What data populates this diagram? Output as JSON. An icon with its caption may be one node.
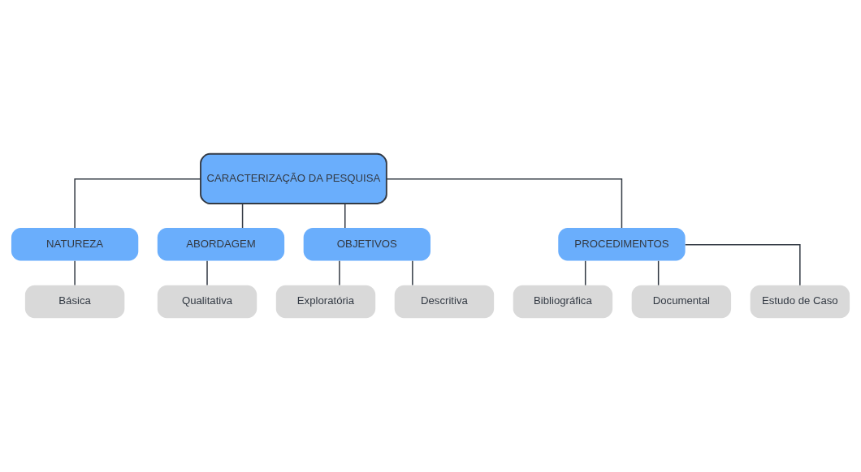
{
  "diagram": {
    "nodes": [
      {
        "text": [
          "CARACTERIZAÇÃO DA PESQUISA"
        ]
      },
      {
        "text": [
          "NATUREZA"
        ]
      },
      {
        "text": [
          "ABORDAGEM"
        ]
      },
      {
        "text": [
          "OBJETIVOS"
        ]
      },
      {
        "text": [
          "PROCEDIMENTOS"
        ]
      },
      {
        "text": [
          "Básica"
        ]
      },
      {
        "text": [
          "Qualitativa"
        ]
      },
      {
        "text": [
          "Exploratória"
        ]
      },
      {
        "text": [
          "Descritiva"
        ]
      },
      {
        "text": [
          "Bibliográfica"
        ]
      },
      {
        "text": [
          "Documental"
        ]
      },
      {
        "text": [
          "Estudo de Caso"
        ]
      }
    ],
    "edges": [
      {
        "from": 0,
        "to": 1,
        "arrow": "none"
      },
      {
        "from": 0,
        "to": 2,
        "arrow": "none"
      },
      {
        "from": 0,
        "to": 3,
        "arrow": "none"
      },
      {
        "from": 0,
        "to": 4,
        "arrow": "none"
      },
      {
        "from": 1,
        "to": 5,
        "arrow": "none"
      },
      {
        "from": 2,
        "to": 6,
        "arrow": "none"
      },
      {
        "from": 3,
        "to": 7,
        "arrow": "none"
      },
      {
        "from": 3,
        "to": 8,
        "arrow": "none"
      },
      {
        "from": 4,
        "to": 9,
        "arrow": "none"
      },
      {
        "from": 4,
        "to": 10,
        "arrow": "none"
      },
      {
        "from": 4,
        "to": 11,
        "arrow": "none"
      }
    ]
  }
}
